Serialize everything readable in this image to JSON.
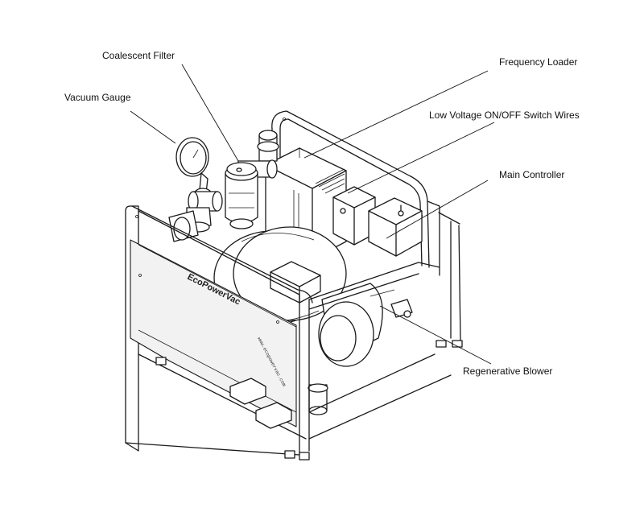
{
  "callouts": {
    "coalescent_filter": "Coalescent Filter",
    "vacuum_gauge": "Vacuum Gauge",
    "frequency_loader": "Frequency Loader",
    "low_voltage_switch": "Low Voltage ON/OFF Switch Wires",
    "main_controller": "Main Controller",
    "regenerative_blower": "Regenerative Blower"
  },
  "unit": {
    "brand_label": "EcoPowerVac",
    "side_url": "www.ecopowervac.com"
  }
}
